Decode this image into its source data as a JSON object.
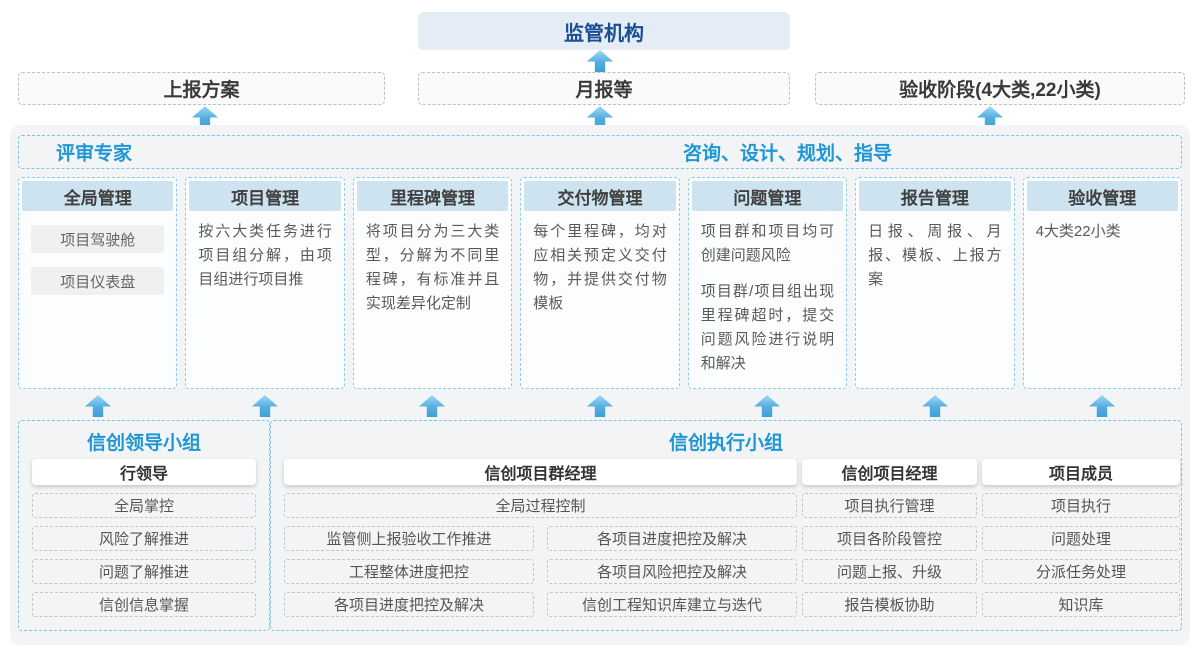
{
  "palette": {
    "accent_blue": "#1e97d4",
    "navy_blue": "#1c4f92",
    "column_header_fill": "#cde3ef",
    "arrow_blue": "#4aa5da"
  },
  "top": {
    "regulator_label": "监管机构",
    "outputs": [
      {
        "label": "上报方案"
      },
      {
        "label": "月报等"
      },
      {
        "label": "验收阶段(4大类,22小类)"
      }
    ]
  },
  "middle": {
    "left_label": "评审专家",
    "right_label": "咨询、设计、规划、指导",
    "columns": [
      {
        "title": "全局管理",
        "pills": [
          "项目驾驶舱",
          "项目仪表盘"
        ]
      },
      {
        "title": "项目管理",
        "paragraphs": [
          "按六大类任务进行项目组分解，由项目组进行项目推"
        ]
      },
      {
        "title": "里程碑管理",
        "paragraphs": [
          "将项目分为三大类型，分解为不同里程碑，有标准并且实现差异化定制"
        ]
      },
      {
        "title": "交付物管理",
        "paragraphs": [
          "每个里程碑，均对应相关预定义交付物，并提供交付物模板"
        ]
      },
      {
        "title": "问题管理",
        "paragraphs": [
          "项目群和项目均可创建问题风险",
          "项目群/项目组出现里程碑超时，提交问题风险进行说明和解决"
        ]
      },
      {
        "title": "报告管理",
        "paragraphs": [
          "日报、周报、月报、模板、上报方案"
        ]
      },
      {
        "title": "验收管理",
        "paragraphs": [
          "4大类22小类"
        ]
      }
    ]
  },
  "bottom": {
    "leader": {
      "title": "信创领导小组",
      "role": "行领导",
      "items": [
        "全局掌控",
        "风险了解推进",
        "问题了解推进",
        "信创信息掌握"
      ]
    },
    "exec": {
      "title": "信创执行小组",
      "pgm": {
        "role": "信创项目群经理",
        "full_item": "全局过程控制",
        "left_items": [
          "监管侧上报验收工作推进",
          "工程整体进度把控",
          "各项目进度把控及解决"
        ],
        "right_items": [
          "各项目进度把控及解决",
          "各项目风险把控及解决",
          "信创工程知识库建立与迭代"
        ]
      },
      "pm": {
        "role": "信创项目经理",
        "items": [
          "项目执行管理",
          "项目各阶段管控",
          "问题上报、升级",
          "报告模板协助"
        ]
      },
      "member": {
        "role": "项目成员",
        "items": [
          "项目执行",
          "问题处理",
          "分派任务处理",
          "知识库"
        ]
      }
    }
  }
}
